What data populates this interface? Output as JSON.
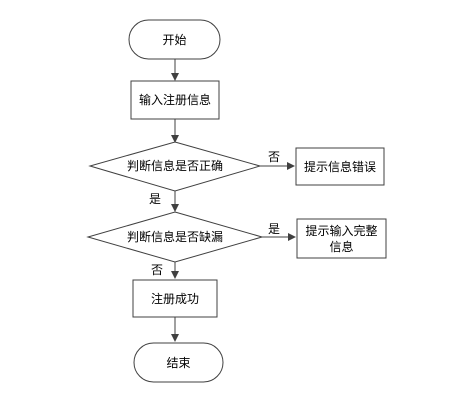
{
  "flowchart": {
    "start": {
      "label": "开始"
    },
    "input_box": {
      "label": "输入注册信息"
    },
    "decision_correct": {
      "label": "判断信息是否正确"
    },
    "edge_correct_no": {
      "label": "否"
    },
    "error_box": {
      "label": "提示信息错误"
    },
    "edge_correct_yes": {
      "label": "是"
    },
    "decision_missing": {
      "label": "判断信息是否缺漏"
    },
    "edge_missing_yes": {
      "label": "是"
    },
    "complete_box": {
      "line1": "提示输入完整",
      "line2": "信息"
    },
    "edge_missing_no": {
      "label": "否"
    },
    "success_box": {
      "label": "注册成功"
    },
    "end": {
      "label": "结束"
    }
  },
  "colors": {
    "stroke": "#404040",
    "fill": "#ffffff",
    "text": "#000000"
  }
}
